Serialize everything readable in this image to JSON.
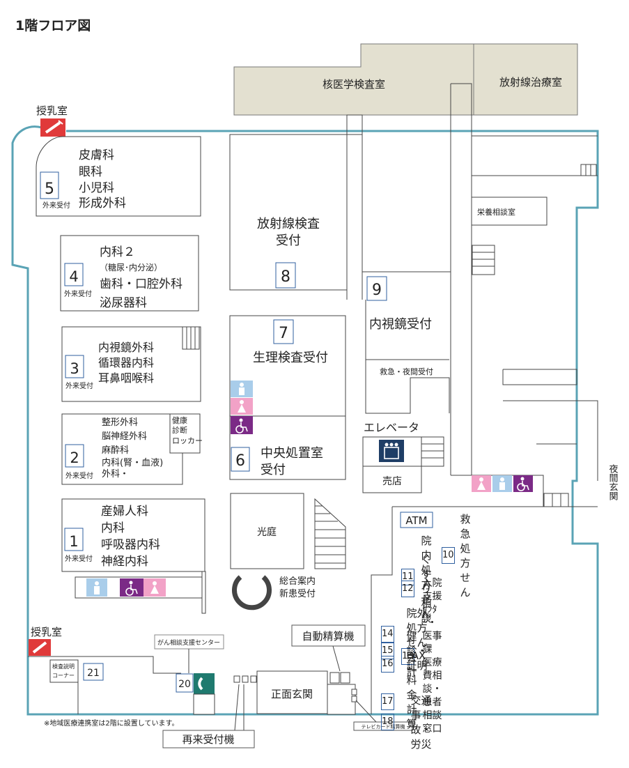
{
  "title": "1階フロア図",
  "rooms": {
    "nuclear": "核医学検査室",
    "radiotherapy": "放射線治療室",
    "nursing_top": "授乳室",
    "nursing_bottom": "授乳室",
    "radiology_1": "放射線検査",
    "radiology_2": "受付",
    "physio": "生理検査受付",
    "central_1": "中央処置室",
    "central_2": "受付",
    "endoscopy": "内視鏡受付",
    "emergency": "救急・夜間受付",
    "nutrition": "栄養相談室",
    "elevator": "エレベータ",
    "shop": "売店",
    "courtyard": "光庭",
    "night_entrance": "夜間玄関",
    "info_1": "総合案内",
    "info_2": "新患受付",
    "health_1": "健康",
    "health_2": "診断",
    "health_3": "ロッカー",
    "auto_pay": "自動精算機",
    "main_entrance": "正面玄関",
    "revisit": "再来受付機",
    "tv_card": "テレビカード精算機",
    "cancer": "がん相談支援センター",
    "exam_1": "検査説明",
    "exam_2": "コーナー",
    "atm": "ATM",
    "note": "※地域医療連携室は2階に設置しています。"
  },
  "outpatient_label": "外来受付",
  "blocks": [
    {
      "num": "5",
      "depts": [
        "皮膚科",
        "眼科",
        "小児科",
        "形成外科"
      ]
    },
    {
      "num": "4",
      "depts": [
        "内科２",
        "（糖尿･内分泌）",
        "歯科・口腔外科",
        "泌尿器科"
      ]
    },
    {
      "num": "3",
      "depts": [
        "内視鏡外科",
        "循環器内科",
        "耳鼻咽喉科"
      ]
    },
    {
      "num": "2",
      "depts": [
        "整形外科",
        "脳神経外科",
        "麻酔科",
        "内科(腎・血液)",
        "外科・"
      ]
    },
    {
      "num": "1",
      "depts": [
        "産婦人科",
        "内科",
        "呼吸器内科",
        "神経内科"
      ]
    }
  ],
  "center_nums": {
    "radiology": "8",
    "physio": "7",
    "central": "6",
    "endoscopy": "9",
    "cancer": "20",
    "exam": "21"
  },
  "services": [
    {
      "num": "10",
      "label": "救急処方せん"
    },
    {
      "num": "11",
      "label": "院内処方せん"
    },
    {
      "num": "12",
      "label": "くすり相談"
    },
    {
      "num": "13",
      "label": "入院支援ｾﾝﾀｰ・医事課",
      "label2": "医療費相談・患者相談窓口"
    },
    {
      "num": "14",
      "label": "院外処方せんFAX"
    },
    {
      "num": "15",
      "label": "健診・証明"
    },
    {
      "num": "16",
      "label": "会計"
    },
    {
      "num": "17",
      "label": "料金計算"
    },
    {
      "num": "18",
      "label": "交通事故・労災"
    }
  ],
  "colors": {
    "wall": "#5aa3b5",
    "male": "#a9cdea",
    "female": "#f2a2c7",
    "accessible": "#7b2a86",
    "nursing": "#e03a3a",
    "phone": "#1f7a6f",
    "elevator": "#1f3e66"
  },
  "icons": {
    "male": "male-toilet-icon",
    "female": "female-toilet-icon",
    "accessible": "wheelchair-icon",
    "nursing": "baby-bottle-icon",
    "phone": "telephone-icon",
    "elevator": "elevator-icon"
  }
}
